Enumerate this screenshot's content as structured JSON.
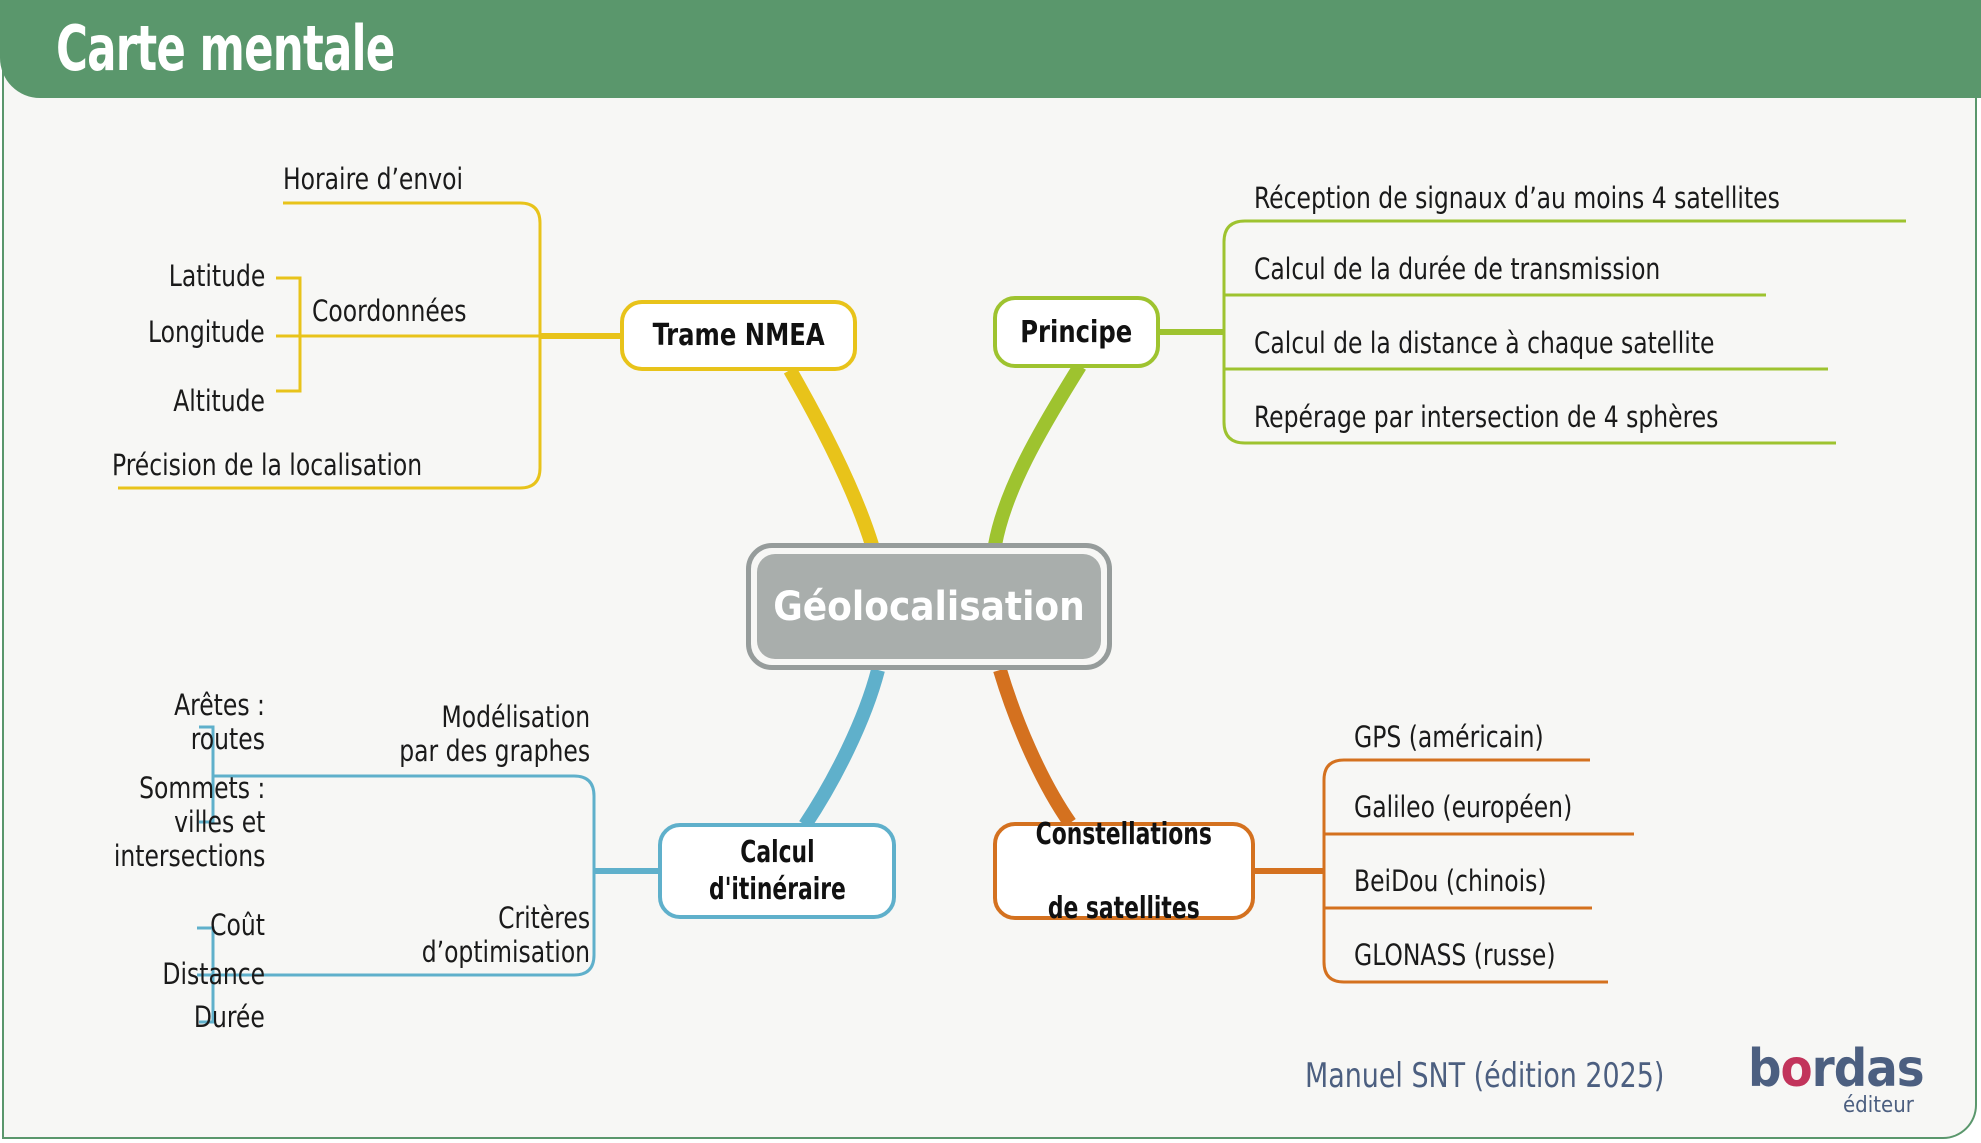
{
  "header": {
    "title": "Carte mentale"
  },
  "colors": {
    "header": "#5a976c",
    "yellow": "#e8c31a",
    "green": "#9ec32f",
    "blue": "#5fb0cb",
    "orange": "#d4711f",
    "center": "#a9aeac",
    "footer": "#4c5f80",
    "logo_accent": "#c2345b"
  },
  "center": {
    "label": "Géolocalisation"
  },
  "branches": {
    "nmea": {
      "label": "Trame NMEA",
      "items": {
        "horaire": "Horaire d’envoi",
        "coordonnees": "Coordonnées",
        "latitude": "Latitude",
        "longitude": "Longitude",
        "altitude": "Altitude",
        "precision": "Précision de la localisation"
      }
    },
    "principe": {
      "label": "Principe",
      "items": [
        "Réception de signaux d’au moins 4 satellites",
        "Calcul de la durée de transmission",
        "Calcul de la distance à chaque satellite",
        "Repérage par intersection de 4 sphères"
      ]
    },
    "itineraire": {
      "label_line1": "Calcul",
      "label_line2": "d'itinéraire",
      "modelisation_line1": "Modélisation",
      "modelisation_line2": "par des graphes",
      "aretes_line1": "Arêtes :",
      "aretes_line2": "routes",
      "sommets_line1": "Sommets :",
      "sommets_line2": "villes et",
      "sommets_line3": "intersections",
      "criteres_line1": "Critères",
      "criteres_line2": "d’optimisation",
      "cout": "Coût",
      "distance": "Distance",
      "duree": "Durée"
    },
    "constellations": {
      "label_line1": "Constellations",
      "label_line2": "de satellites",
      "items": [
        "GPS (américain)",
        "Galileo (européen)",
        "BeiDou (chinois)",
        "GLONASS (russe)"
      ]
    }
  },
  "footer": {
    "source": "Manuel SNT (édition 2025)",
    "logo_pre": "b",
    "logo_o": "o",
    "logo_post": "rdas",
    "logo_sub": "éditeur"
  }
}
